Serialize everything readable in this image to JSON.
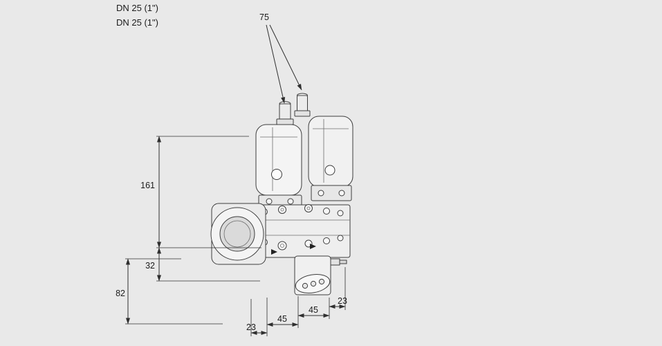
{
  "canvas": {
    "background": "#e9e9e9"
  },
  "annotations": {
    "dn_line1": "DN 25 (1\")",
    "dn_line2": "DN 25 (1\")"
  },
  "dims": {
    "d75": "75",
    "d161": "161",
    "d32": "32",
    "d82": "82",
    "d23a": "23",
    "d45a": "45",
    "d45b": "45",
    "d23b": "23"
  }
}
